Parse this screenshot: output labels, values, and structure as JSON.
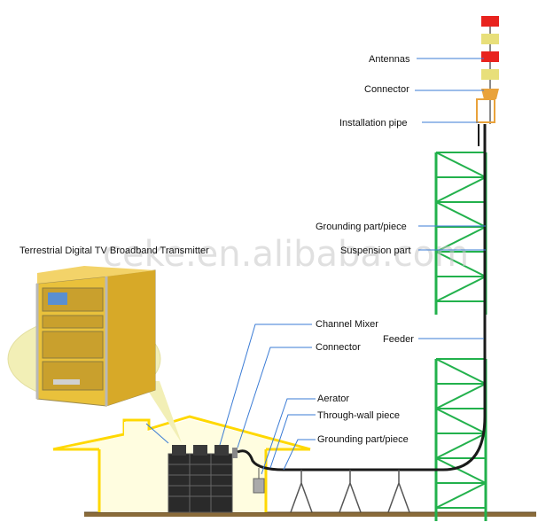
{
  "title": "Terrestrial Digital TV Broadband Transmitter",
  "watermark": "ceke.en.alibaba.com",
  "labels": {
    "antennas": "Antennas",
    "connector_top": "Connector",
    "installation_pipe": "Installation pipe",
    "grounding_top": "Grounding part/piece",
    "suspension": "Suspension part",
    "feeder": "Feeder",
    "channel_mixer": "Channel Mixer",
    "connector_mid": "Connector",
    "aerator": "Aerator",
    "through_wall": "Through-wall piece",
    "grounding_bottom": "Grounding part/piece"
  },
  "colors": {
    "tower": "#22b14c",
    "house_fill": "#fffde0",
    "house_outline": "#ffd800",
    "cable": "#1a1a1a",
    "antenna_red": "#e8231e",
    "antenna_yellow": "#e8df7a",
    "transmitter": "#e9c13b"
  }
}
